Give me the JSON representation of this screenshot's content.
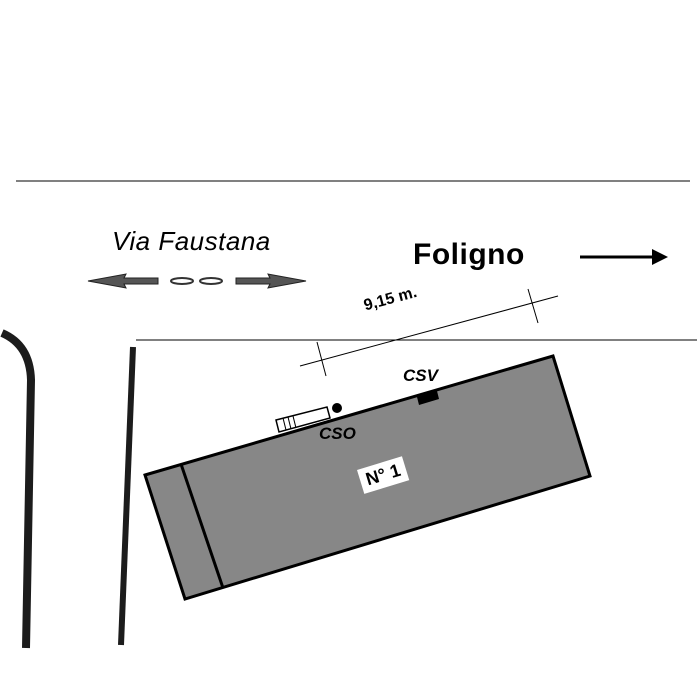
{
  "street": {
    "name": "Via  Faustana"
  },
  "direction": {
    "label": "Foligno"
  },
  "dimension": {
    "label": "9,15 m."
  },
  "meters": {
    "csv_label": "CSV",
    "cso_label": "CSO"
  },
  "building": {
    "number": "N° 1"
  },
  "colors": {
    "building_fill": "#878787",
    "road_line": "#1c1c1c",
    "arrow_fill": "#555555"
  }
}
